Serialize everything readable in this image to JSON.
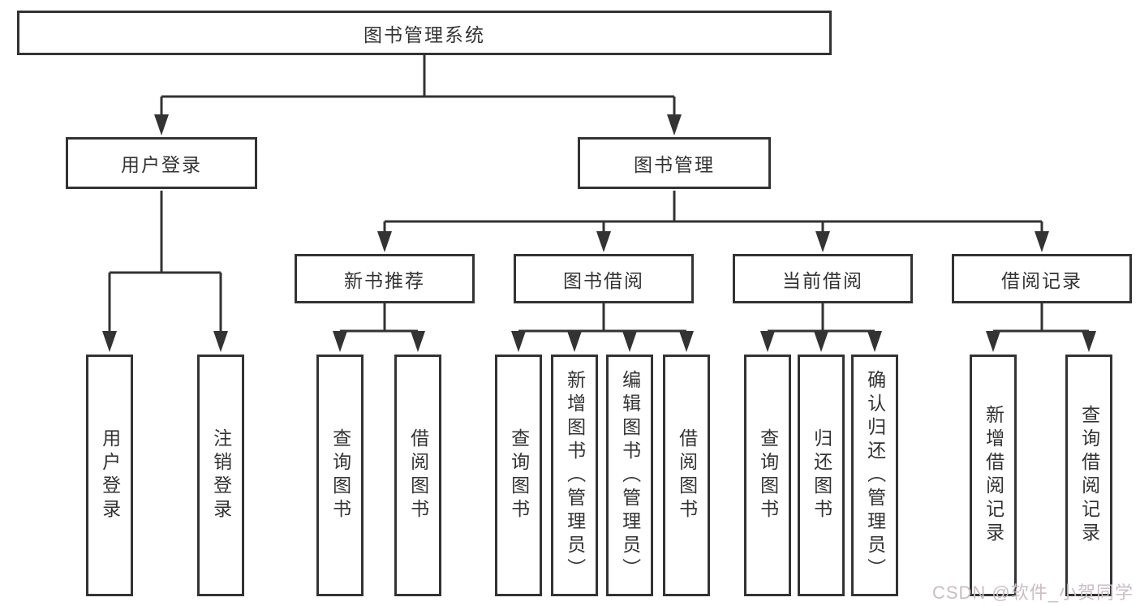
{
  "nodes": {
    "root": "图书管理系统",
    "level2": {
      "user_login": "用户登录",
      "book_management": "图书管理"
    },
    "level3": {
      "new_book_recommend": "新书推荐",
      "book_borrowing": "图书借阅",
      "current_borrowing": "当前借阅",
      "borrowing_records": "借阅记录"
    },
    "leaves": {
      "user_login": "用户登录",
      "logout": "注销登录",
      "query_books_recommend": "查询图书",
      "borrow_books_recommend": "借阅图书",
      "query_books_borrowing": "查询图书",
      "add_books_admin": "新增图书（管理员）",
      "edit_books_admin": "编辑图书（管理员）",
      "borrow_books_borrowing": "借阅图书",
      "query_books_current": "查询图书",
      "return_books": "归还图书",
      "confirm_return_admin": "确认归还（管理员）",
      "add_borrow_record": "新增借阅记录",
      "query_borrow_record": "查询借阅记录"
    }
  },
  "watermark": "CSDN @软件_小贺同学",
  "colors": {
    "line": "#333333",
    "text": "#333333",
    "background": "#ffffff",
    "watermark": "#c9bec4"
  }
}
